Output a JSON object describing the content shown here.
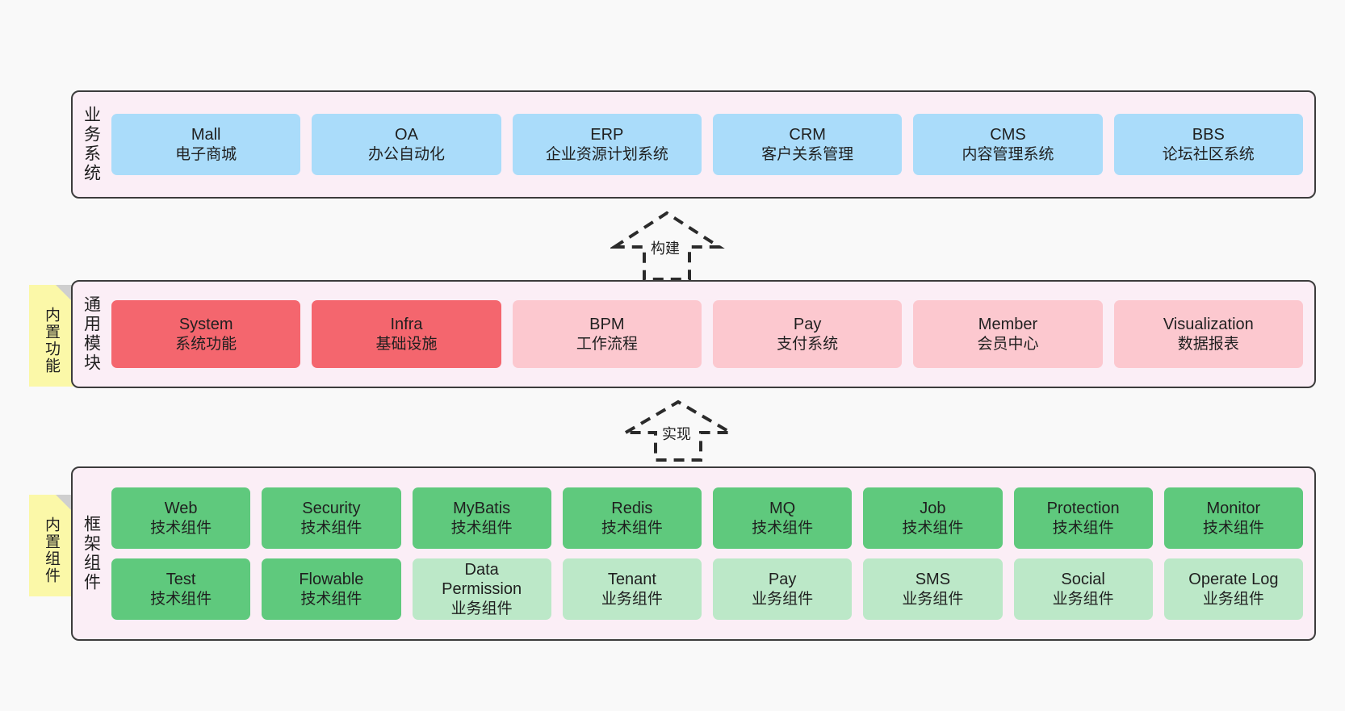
{
  "diagram": {
    "background": "#f9f9f9",
    "layers": [
      {
        "id": "business-systems",
        "title": "业务系统",
        "rows": [
          {
            "nodes": [
              {
                "name": "Mall",
                "desc": "电子商城",
                "color": "#aadcfa"
              },
              {
                "name": "OA",
                "desc": "办公自动化",
                "color": "#aadcfa"
              },
              {
                "name": "ERP",
                "desc": "企业资源计划系统",
                "color": "#aadcfa"
              },
              {
                "name": "CRM",
                "desc": "客户关系管理",
                "color": "#aadcfa"
              },
              {
                "name": "CMS",
                "desc": "内容管理系统",
                "color": "#aadcfa"
              },
              {
                "name": "BBS",
                "desc": "论坛社区系统",
                "color": "#aadcfa"
              }
            ]
          }
        ]
      },
      {
        "id": "common-modules",
        "title": "通用模块",
        "sticky": "内置功能",
        "rows": [
          {
            "nodes": [
              {
                "name": "System",
                "desc": "系统功能",
                "color": "#f4666e"
              },
              {
                "name": "Infra",
                "desc": "基础设施",
                "color": "#f4666e"
              },
              {
                "name": "BPM",
                "desc": "工作流程",
                "color": "#fcc8cf"
              },
              {
                "name": "Pay",
                "desc": "支付系统",
                "color": "#fcc8cf"
              },
              {
                "name": "Member",
                "desc": "会员中心",
                "color": "#fcc8cf"
              },
              {
                "name": "Visualization",
                "desc": "数据报表",
                "color": "#fcc8cf"
              }
            ]
          }
        ]
      },
      {
        "id": "framework-components",
        "title": "框架组件",
        "sticky": "内置组件",
        "rows": [
          {
            "nodes": [
              {
                "name": "Web",
                "desc": "技术组件",
                "color": "#5fc97d"
              },
              {
                "name": "Security",
                "desc": "技术组件",
                "color": "#5fc97d"
              },
              {
                "name": "MyBatis",
                "desc": "技术组件",
                "color": "#5fc97d"
              },
              {
                "name": "Redis",
                "desc": "技术组件",
                "color": "#5fc97d"
              },
              {
                "name": "MQ",
                "desc": "技术组件",
                "color": "#5fc97d"
              },
              {
                "name": "Job",
                "desc": "技术组件",
                "color": "#5fc97d"
              },
              {
                "name": "Protection",
                "desc": "技术组件",
                "color": "#5fc97d"
              },
              {
                "name": "Monitor",
                "desc": "技术组件",
                "color": "#5fc97d"
              }
            ]
          },
          {
            "nodes": [
              {
                "name": "Test",
                "desc": "技术组件",
                "color": "#5fc97d"
              },
              {
                "name": "Flowable",
                "desc": "技术组件",
                "color": "#5fc97d"
              },
              {
                "name": "Data Permission",
                "desc": "业务组件",
                "color": "#bce8c8"
              },
              {
                "name": "Tenant",
                "desc": "业务组件",
                "color": "#bce8c8"
              },
              {
                "name": "Pay",
                "desc": "业务组件",
                "color": "#bce8c8"
              },
              {
                "name": "SMS",
                "desc": "业务组件",
                "color": "#bce8c8"
              },
              {
                "name": "Social",
                "desc": "业务组件",
                "color": "#bce8c8"
              },
              {
                "name": "Operate Log",
                "desc": "业务组件",
                "color": "#bce8c8"
              }
            ]
          }
        ]
      }
    ],
    "connectors": [
      {
        "id": "build",
        "label": "构建",
        "style": "dashed-hollow-arrow-up"
      },
      {
        "id": "implement",
        "label": "实现",
        "style": "dashed-hollow-arrow-up"
      }
    ]
  }
}
